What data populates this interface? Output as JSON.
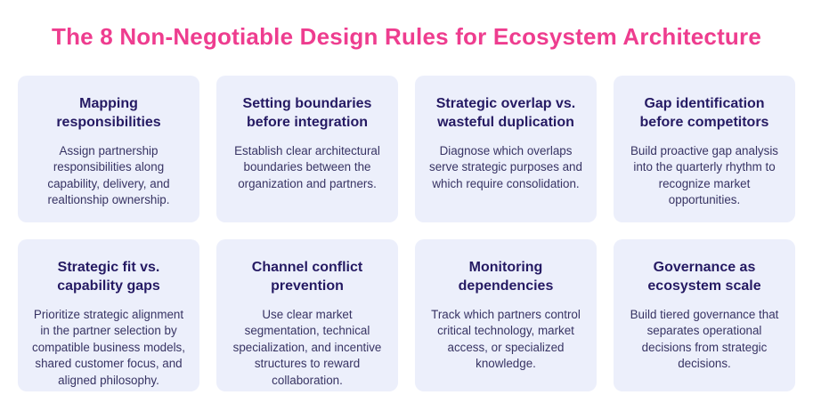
{
  "header": {
    "title": "The 8 Non-Negotiable Design Rules for Ecosystem Architecture"
  },
  "colors": {
    "page_bg": "#ffffff",
    "title_color": "#ee3d8f",
    "card_bg": "#eceffb",
    "card_title_color": "#251a63",
    "card_body_color": "#373363"
  },
  "cards": [
    {
      "title": "Mapping responsibilities",
      "body": "Assign partnership responsibilities along capability, delivery, and realtionship ownership."
    },
    {
      "title": "Setting boundaries before integration",
      "body": "Establish clear architectural boundaries between the organization and partners."
    },
    {
      "title": "Strategic overlap vs. wasteful duplication",
      "body": "Diagnose which overlaps serve strategic purposes and which require consolidation."
    },
    {
      "title": "Gap identification before competitors",
      "body": "Build proactive gap analysis into the quarterly rhythm to recognize market opportunities."
    },
    {
      "title": "Strategic fit vs. capability gaps",
      "body": "Prioritize strategic alignment in the partner selection by compatible business models, shared customer focus, and aligned philosophy."
    },
    {
      "title": "Channel conflict prevention",
      "body": "Use clear market segmentation, technical specialization, and incentive structures to reward collaboration."
    },
    {
      "title": "Monitoring dependencies",
      "body": "Track which partners control critical technology, market access, or specialized knowledge."
    },
    {
      "title": "Governance as ecosystem scale",
      "body": "Build tiered governance that separates operational decisions from strategic decisions."
    }
  ]
}
